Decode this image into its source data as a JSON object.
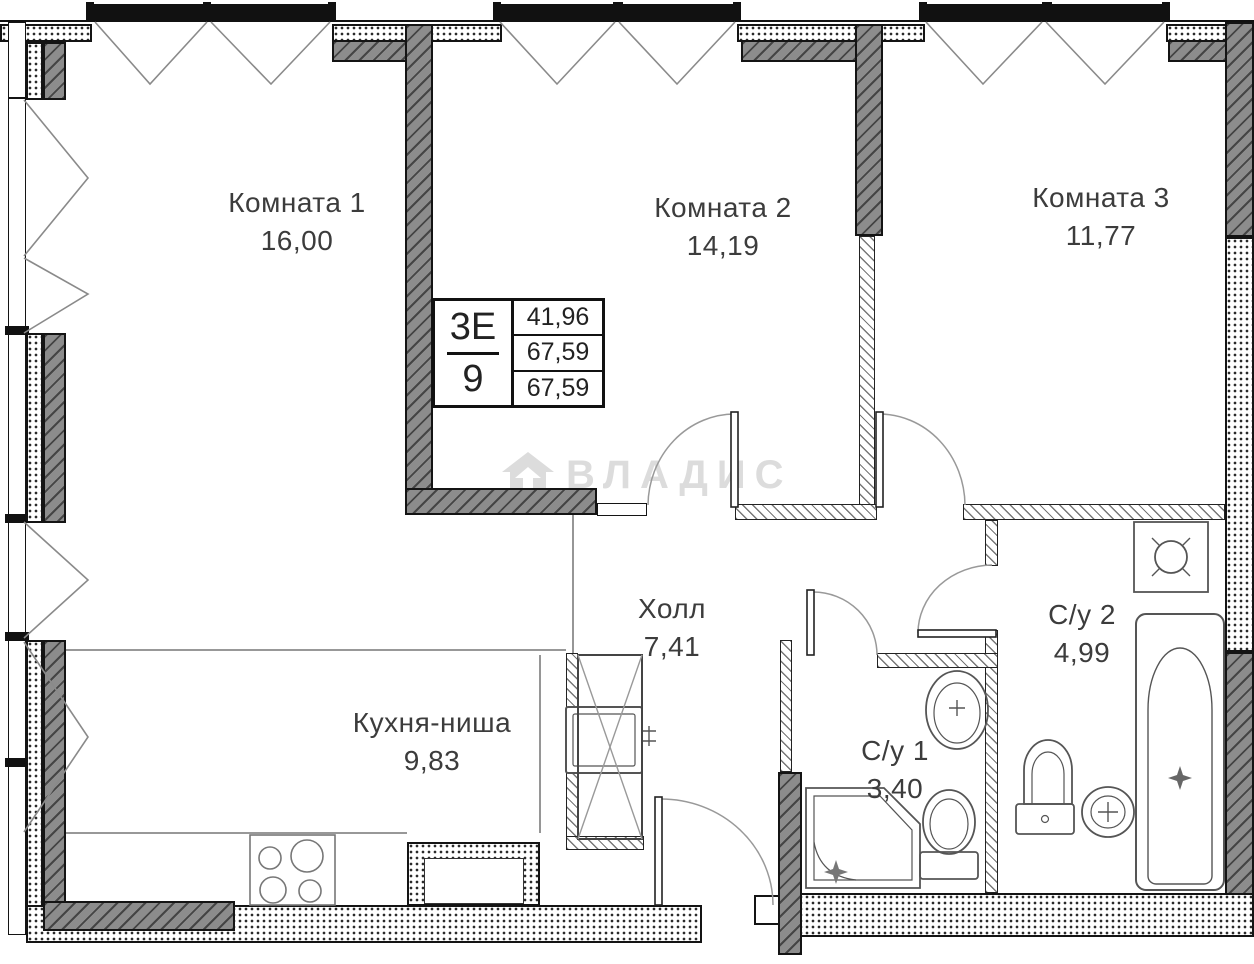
{
  "rooms": [
    {
      "name": "Комната 1",
      "area": "16,00"
    },
    {
      "name": "Комната 2",
      "area": "14,19"
    },
    {
      "name": "Комната 3",
      "area": "11,77"
    },
    {
      "name": "Холл",
      "area": "7,41"
    },
    {
      "name": "Кухня-ниша",
      "area": "9,83"
    },
    {
      "name": "С/у 1",
      "area": "3,40"
    },
    {
      "name": "С/у 2",
      "area": "4,99"
    }
  ],
  "stamp": {
    "left_top": "3Е",
    "left_bottom": "9",
    "rows": [
      "41,96",
      "67,59",
      "67,59"
    ]
  },
  "watermark": {
    "text": "ВЛАДИС"
  },
  "colors": {
    "wall_fill": "#8c8c8c",
    "outline": "#141414",
    "label_text": "#3c3c3c",
    "watermark": "#dcdcdc"
  }
}
